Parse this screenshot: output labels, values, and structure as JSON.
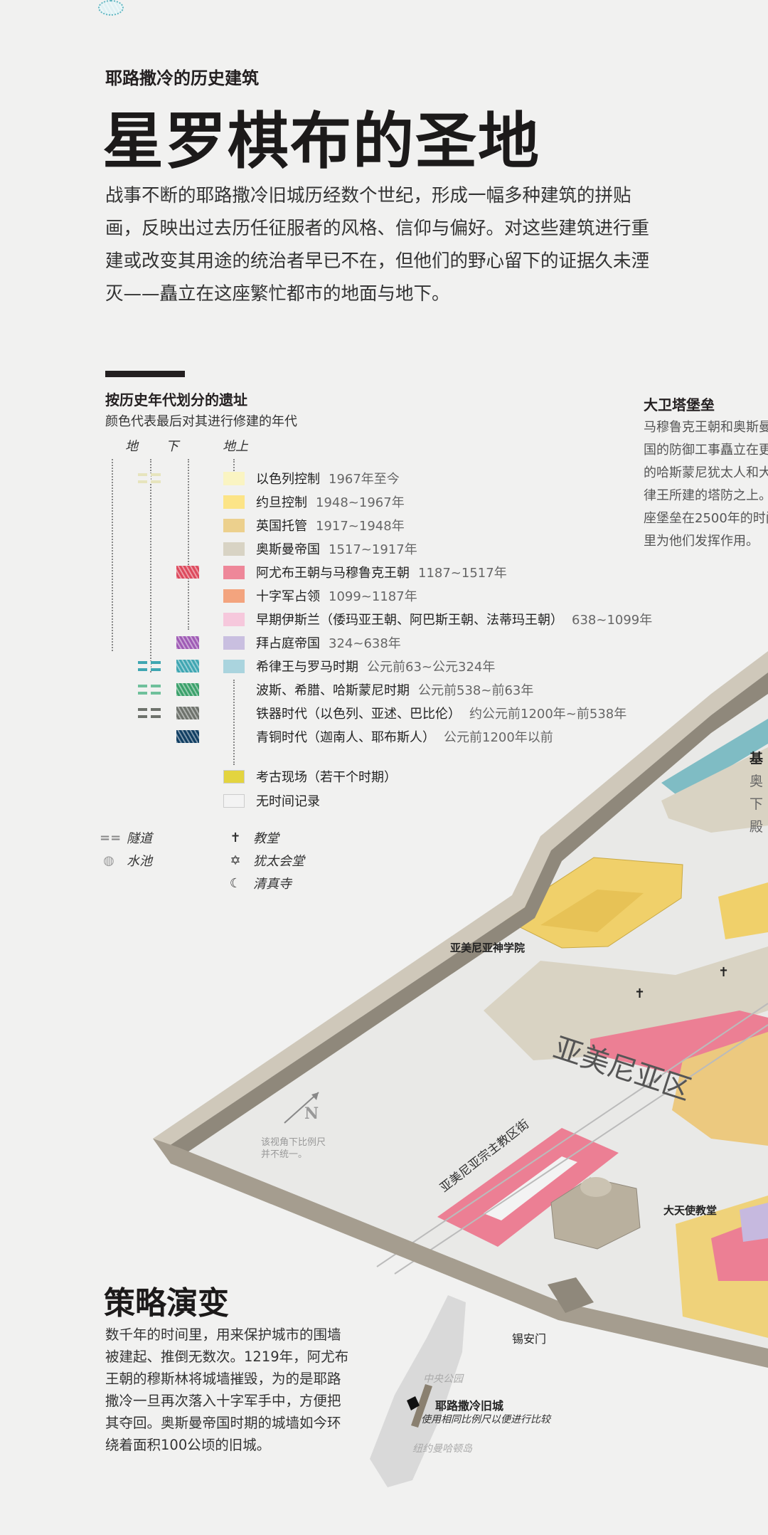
{
  "header": {
    "kicker": "耶路撒冷的历史建筑",
    "title": "星罗棋布的圣地",
    "intro": "战事不断的耶路撒冷旧城历经数个世纪，形成一幅多种建筑的拼贴画，反映出过去历任征服者的风格、信仰与偏好。对这些建筑进行重建或改变其用途的统治者早已不在，但他们的野心留下的证据久未湮灭——矗立在这座繁忙都市的地面与地下。"
  },
  "legend": {
    "title": "按历史年代划分的遗址",
    "subtitle": "颜色代表最后对其进行修建的年代",
    "col_under_1": "地",
    "col_under_2": "下",
    "col_above": "地上",
    "rows": [
      {
        "label": "以色列控制",
        "years": "1967年至今",
        "color": "#faf4c2",
        "tunnel": "#e6e4bd"
      },
      {
        "label": "约旦控制",
        "years": "1948~1967年",
        "color": "#fce487"
      },
      {
        "label": "英国托管",
        "years": "1917~1948年",
        "color": "#ecd08d"
      },
      {
        "label": "奥斯曼帝国",
        "years": "1517~1917年",
        "color": "#d8d3c4"
      },
      {
        "label": "阿尤布王朝与马穆鲁克王朝",
        "years": "1187~1517年",
        "color": "#ee8799",
        "under": "#dd4a5d"
      },
      {
        "label": "十字军占领",
        "years": "1099~1187年",
        "color": "#f3a47e"
      },
      {
        "label": "早期伊斯兰（倭玛亚王朝、阿巴斯王朝、法蒂玛王朝）",
        "years": "638~1099年",
        "color": "#f6c8dc"
      },
      {
        "label": "拜占庭帝国",
        "years": "324~638年",
        "color": "#c9bfe0",
        "under": "#9f5bb5"
      },
      {
        "label": "希律王与罗马时期",
        "years": "公元前63~公元324年",
        "color": "#aad4de",
        "under": "#3fa6b2",
        "tunnel": "#3fa6b2",
        "pool": "#5fb5c0"
      },
      {
        "label": "波斯、希腊、哈斯蒙尼时期",
        "years": "公元前538~前63年",
        "under": "#3aa06a",
        "tunnel": "#6fc09b"
      },
      {
        "label": "铁器时代（以色列、亚述、巴比伦）",
        "years": "约公元前1200年~前538年",
        "under": "#6e726c",
        "tunnel": "#6e726c"
      },
      {
        "label": "青铜时代（迦南人、耶布斯人）",
        "years": "公元前1200年以前",
        "under": "#103e62"
      }
    ],
    "extra": [
      {
        "label": "考古现场（若干个时期）",
        "color": "#e3d43f"
      },
      {
        "label": "无时间记录",
        "color": "#f3f3f3"
      }
    ],
    "keys": {
      "tunnel": "隧道",
      "pool": "水池",
      "church": "教堂",
      "synagogue": "犹太会堂",
      "mosque": "清真寺",
      "church_glyph": "✝",
      "synagogue_glyph": "✡",
      "mosque_glyph": "☾",
      "tunnel_glyph": "==",
      "pool_glyph": "◍"
    }
  },
  "sidebar": {
    "title": "大卫塔堡垒",
    "text": "马穆鲁克王朝和奥斯曼帝国的防御工事矗立在更早的哈斯蒙尼犹太人和大希律王所建的塔防之上。这座堡垒在2500年的时间里为他们发挥作用。",
    "partial_lines": [
      "基",
      "奥",
      "下",
      "殿"
    ]
  },
  "map": {
    "labels": {
      "seminary": "亚美尼亚神学院",
      "quarter": "亚美尼亚区",
      "street": "亚美尼亚宗主教区街",
      "church": "大天使教堂",
      "gate": "锡安门",
      "north": "N",
      "scale_note_1": "该视角下比例尺",
      "scale_note_2": "并不统一。"
    },
    "colors": {
      "wall_top": "#cfc8ba",
      "wall_face": "#8f887b",
      "ground": "#e8e8e6"
    }
  },
  "strategy": {
    "title": "策略演变",
    "text": "数千年的时间里，用来保护城市的围墙被建起、推倒无数次。1219年，阿尤布王朝的穆斯林将城墙摧毁，为的是耶路撒冷一旦再次落入十字军手中，方便把其夺回。奥斯曼帝国时期的城墙如今环绕着面积100公顷的旧城。",
    "inset": {
      "park": "中央公园",
      "old_city": "耶路撒冷旧城",
      "note": "使用相同比例尺以便进行比较",
      "island": "纽约曼哈顿岛"
    }
  }
}
